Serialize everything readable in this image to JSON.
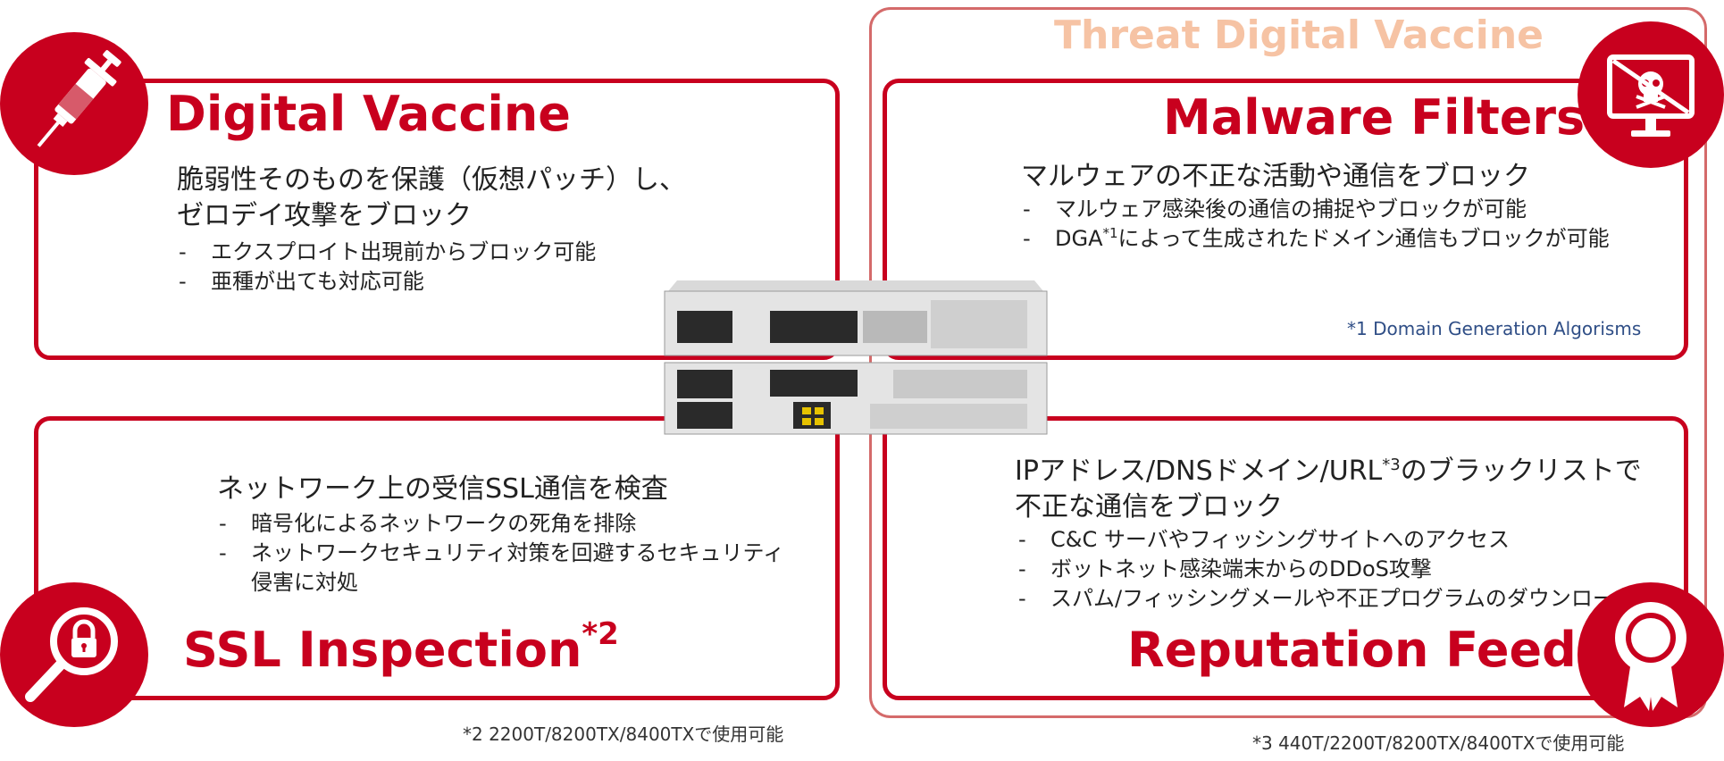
{
  "threat_dv": {
    "label": "Threat Digital Vaccine"
  },
  "digital_vaccine": {
    "title": "Digital Vaccine",
    "lead": [
      "脆弱性そのものを保護（仮想パッチ）し、",
      "ゼロデイ攻撃をブロック"
    ],
    "bullets": [
      "エクスプロイト出現前からブロック可能",
      "亜種が出ても対応可能"
    ]
  },
  "malware_filters": {
    "title": "Malware Filters",
    "lead": "マルウェアの不正な活動や通信をブロック",
    "bullets": [
      "マルウェア感染後の通信の捕捉やブロックが可能"
    ],
    "bullet2_pre": "DGA",
    "bullet2_sup": "*1",
    "bullet2_post": "によって生成されたドメイン通信もブロックが可能",
    "footnote": "*1  Domain Generation Algorisms"
  },
  "ssl_inspection": {
    "title": "SSL Inspection",
    "title_sup": "*2",
    "lead": "ネットワーク上の受信SSL通信を検査",
    "bullets": [
      "暗号化によるネットワークの死角を排除",
      "ネットワークセキュリティ対策を回避するセキュリティ"
    ],
    "bullet2_cont": "侵害に対処",
    "footnote": "*2  2200T/8200TX/8400TXで使用可能"
  },
  "reputation_feed": {
    "title": "Reputation Feed",
    "lead1_pre": "IPアドレス/DNSドメイン/URL",
    "lead1_sup": "*3",
    "lead1_post": "のブラックリストで",
    "lead2": "不正な通信をブロック",
    "bullets": [
      "C&C サーバやフィッシングサイトへのアクセス",
      "ボットネット感染端末からのDDoS攻撃",
      "スパム/フィッシングメールや不正プログラムのダウンロード"
    ],
    "footnote": "*3  440T/2200T/8200TX/8400TXで使用可能"
  },
  "dash": "-",
  "colors": {
    "accent": "#c8001e",
    "threat_label": "#f6c3a4",
    "footnote_blue": "#2f4e86"
  },
  "icons": [
    "syringe-icon",
    "monitor-skull-icon",
    "magnifier-lock-icon",
    "ribbon-award-icon"
  ]
}
